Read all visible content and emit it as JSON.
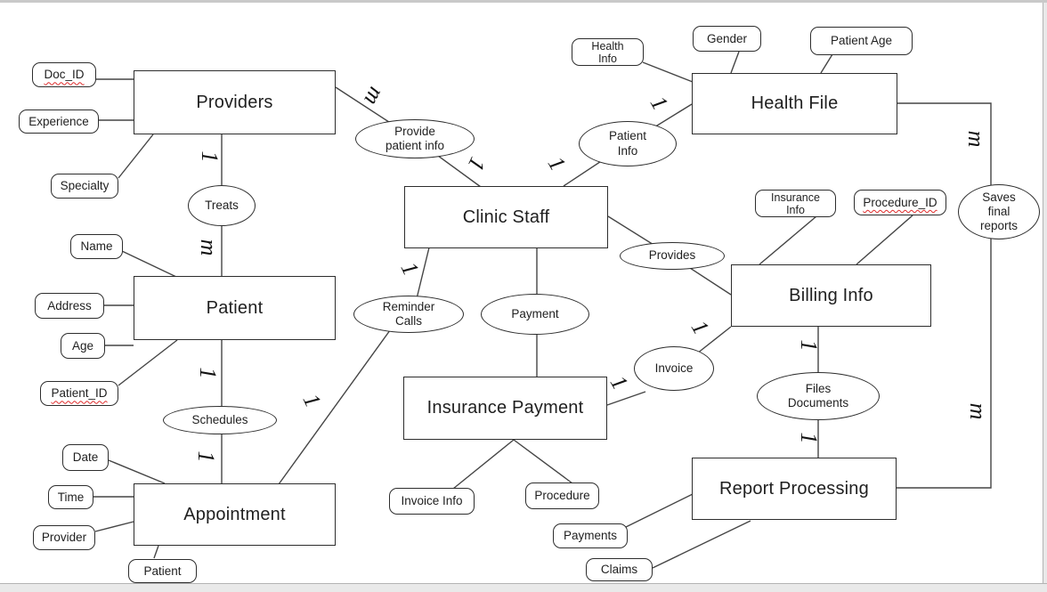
{
  "diagram": {
    "entities": {
      "providers": {
        "label": "Providers"
      },
      "patient": {
        "label": "Patient"
      },
      "appointment": {
        "label": "Appointment"
      },
      "clinic_staff": {
        "label": "Clinic Staff"
      },
      "insurance_payment": {
        "label": "Insurance Payment"
      },
      "health_file": {
        "label": "Health File"
      },
      "billing_info": {
        "label": "Billing Info"
      },
      "report_processing": {
        "label": "Report Processing"
      }
    },
    "relationships": {
      "treats": {
        "label": "Treats"
      },
      "schedules": {
        "label": "Schedules"
      },
      "provide_patient_info": {
        "label": "Provide patient info"
      },
      "reminder_calls": {
        "label": "Reminder Calls"
      },
      "payment": {
        "label": "Payment"
      },
      "patient_info": {
        "label": "Patient Info"
      },
      "provides": {
        "label": "Provides"
      },
      "invoice": {
        "label": "Invoice"
      },
      "files_documents": {
        "label": "Files Documents"
      },
      "saves_final_reports": {
        "label": "Saves final reports"
      }
    },
    "attributes": {
      "doc_id": {
        "label": "Doc_ID"
      },
      "experience": {
        "label": "Experience"
      },
      "specialty": {
        "label": "Specialty"
      },
      "name": {
        "label": "Name"
      },
      "address": {
        "label": "Address"
      },
      "age": {
        "label": "Age"
      },
      "patient_id": {
        "label": "Patient_ID"
      },
      "date": {
        "label": "Date"
      },
      "time": {
        "label": "Time"
      },
      "provider": {
        "label": "Provider"
      },
      "patient": {
        "label": "Patient"
      },
      "invoice_info": {
        "label": "Invoice Info"
      },
      "procedure": {
        "label": "Procedure"
      },
      "health_info": {
        "label": "Health Info"
      },
      "gender": {
        "label": "Gender"
      },
      "patient_age": {
        "label": "Patient Age"
      },
      "insurance_info": {
        "label": "Insurance Info"
      },
      "procedure_id": {
        "label": "Procedure_ID"
      },
      "payments": {
        "label": "Payments"
      },
      "claims": {
        "label": "Claims"
      }
    },
    "cardinalities": {
      "providers_treats": "1",
      "treats_patient": "m",
      "patient_schedules": "1",
      "schedules_appointment": "1",
      "providers_provide_info": "m",
      "provide_info_clinic_staff": "1",
      "clinic_staff_patient_info": "1",
      "patient_info_health_file": "1",
      "clinic_staff_reminder_calls": "1",
      "reminder_calls_appointment": "1",
      "billing_invoice": "1",
      "invoice_insurance_payment": "1",
      "billing_files_documents": "1",
      "files_documents_report": "1",
      "health_file_saves_reports": "m",
      "report_saves_reports": "m"
    },
    "colors": {
      "shape_fill": "#ffffff",
      "stroke": "#454545",
      "spellcheck_underline": "#e02b2b"
    }
  }
}
